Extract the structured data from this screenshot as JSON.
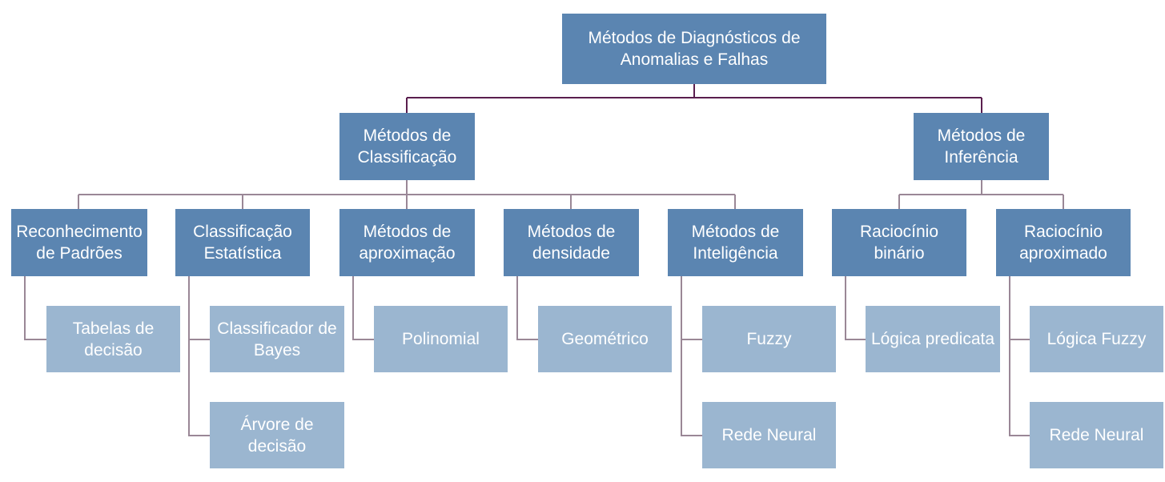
{
  "nodes": {
    "root": "Métodos de Diagnósticos de\nAnomalias e Falhas",
    "classificacao": "Métodos de\nClassificação",
    "inferencia": "Métodos de\nInferência",
    "reconhecimento": "Reconhecimento\nde Padrões",
    "estatistica": "Classificação\nEstatística",
    "aproximacao": "Métodos de\naproximação",
    "densidade": "Métodos de\ndensidade",
    "inteligencia": "Métodos de\nInteligência",
    "raciocinio_binario": "Raciocínio\nbinário",
    "raciocinio_aproximado": "Raciocínio\naproximado",
    "tabelas": "Tabelas de\ndecisão",
    "bayes": "Classificador de\nBayes",
    "arvore": "Árvore de\ndecisão",
    "polinomial": "Polinomial",
    "geometrico": "Geométrico",
    "fuzzy": "Fuzzy",
    "rede_neural_1": "Rede Neural",
    "logica_predicata": "Lógica predicata",
    "logica_fuzzy": "Lógica Fuzzy",
    "rede_neural_2": "Rede Neural"
  },
  "colors": {
    "dark_node": "#5b85b1",
    "light_node": "#9bb6d0",
    "root_connector": "#5a1e4e",
    "connector": "#9a8796"
  }
}
